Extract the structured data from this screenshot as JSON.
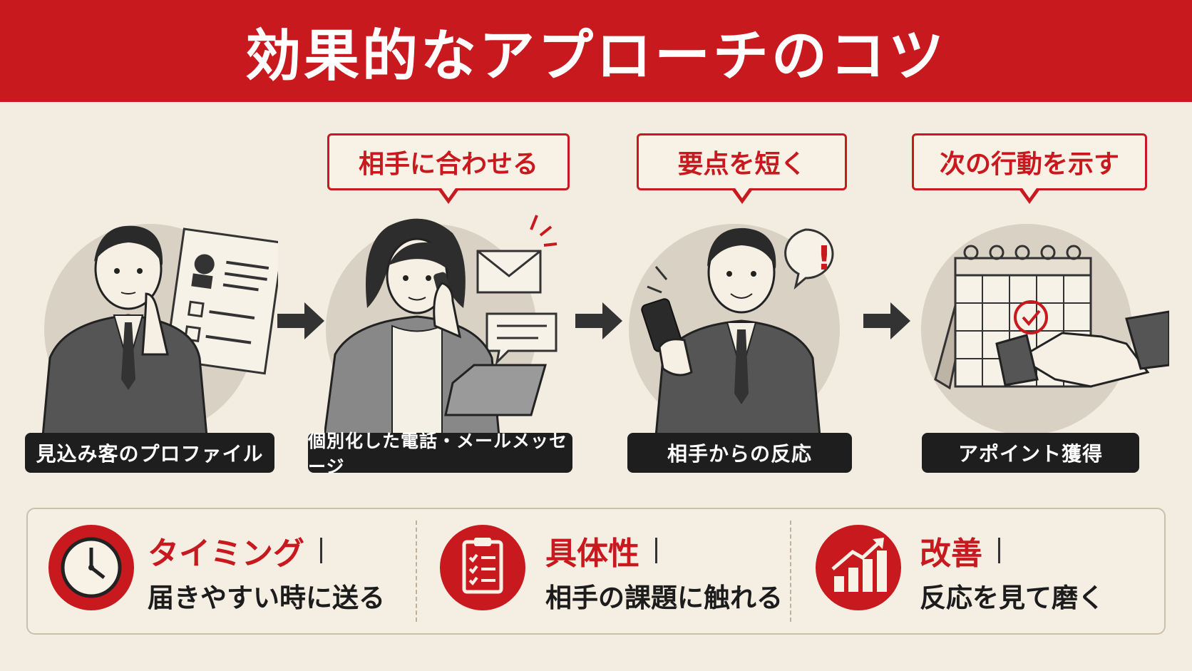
{
  "header": {
    "title": "効果的なアプローチのコツ"
  },
  "callouts": [
    {
      "text": "相手に合わせる"
    },
    {
      "text": "要点を短く"
    },
    {
      "text": "次の行動を示す"
    }
  ],
  "steps": [
    {
      "caption": "見込み客のプロファイル",
      "icon": "profile-review-icon"
    },
    {
      "caption": "個別化した電話・メールメッセージ",
      "icon": "phone-email-icon"
    },
    {
      "caption": "相手からの反応",
      "icon": "smartphone-response-icon"
    },
    {
      "caption": "アポイント獲得",
      "icon": "calendar-handshake-icon"
    }
  ],
  "tips": [
    {
      "title": "タイミング",
      "desc": "届きやすい時に送る",
      "icon": "clock-icon"
    },
    {
      "title": "具体性",
      "desc": "相手の課題に触れる",
      "icon": "checklist-icon"
    },
    {
      "title": "改善",
      "desc": "反応を見て磨く",
      "icon": "growth-chart-icon"
    }
  ],
  "colors": {
    "accent": "#c8191e",
    "background": "#f3ece0",
    "caption_bg": "#1e1e1e"
  },
  "callout_exclaim": "!"
}
